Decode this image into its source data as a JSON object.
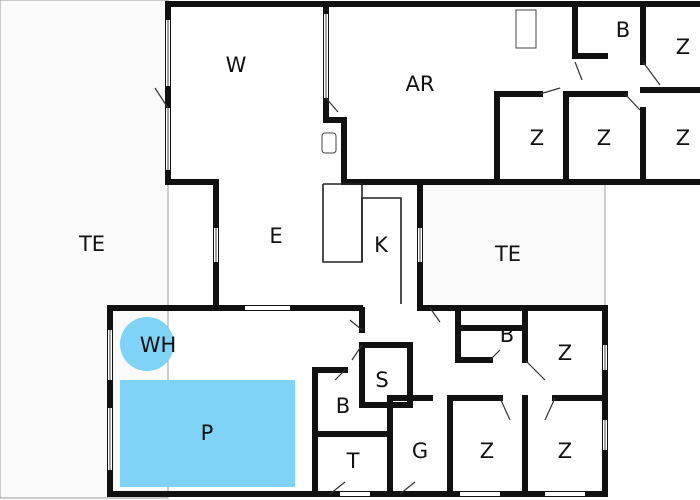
{
  "floor_plan": {
    "colors": {
      "background": "#ffffff",
      "terrace_fill": "#fafafa",
      "wall": "#111111",
      "pool": "#7fd3f7"
    },
    "rooms": {
      "terrace_left": "TE",
      "living": "W",
      "hall": "E",
      "kitchen": "K",
      "work_room": "AR",
      "bath_top": "B",
      "bedroom_top_1": "Z",
      "bedroom_top_2": "Z",
      "bedroom_top_3": "Z",
      "bedroom_top_4": "Z",
      "terrace_middle": "TE",
      "whirlpool": "WH",
      "pool": "P",
      "sauna": "S",
      "bath_pool": "B",
      "toilet": "T",
      "garage": "G",
      "bath_bottom": "B",
      "bedroom_bottom_1": "Z",
      "bedroom_bottom_2": "Z",
      "bedroom_bottom_3": "Z"
    }
  }
}
